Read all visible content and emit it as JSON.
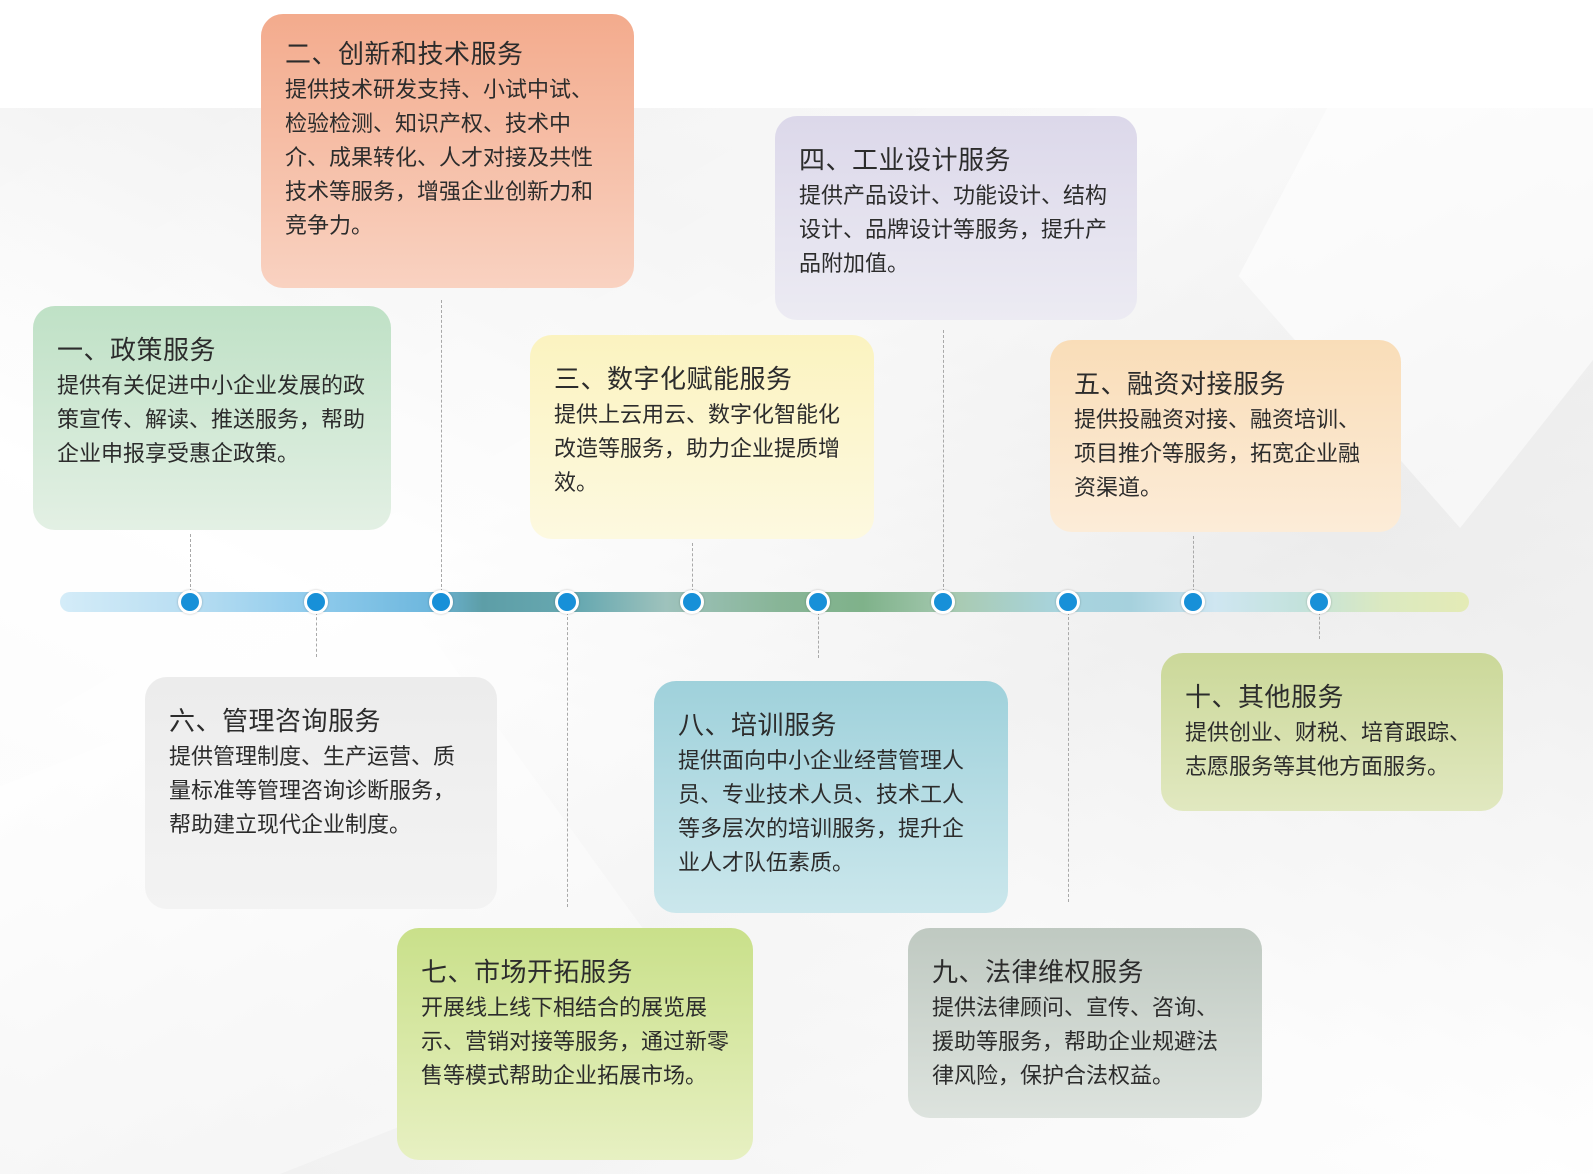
{
  "cards": [
    {
      "id": "policy",
      "title": "一、政策服务",
      "body": "提供有关促进中小企业发展的政策宣传、解读、推送服务，帮助企业申报享受惠企政策。",
      "color_start": "#bfe1c6",
      "color_end": "#e3f0e4"
    },
    {
      "id": "innovation",
      "title": "二、创新和技术服务",
      "body": "提供技术研发支持、小试中试、检验检测、知识产权、技术中介、成果转化、人才对接及共性技术等服务，增强企业创新力和竞争力。",
      "color_start": "#f3ab8d",
      "color_end": "#f9d2c1"
    },
    {
      "id": "digital",
      "title": "三、数字化赋能服务",
      "body": "提供上云用云、数字化智能化改造等服务，助力企业提质增效。",
      "color_start": "#fbf3c0",
      "color_end": "#fdf9e0"
    },
    {
      "id": "design",
      "title": "四、工业设计服务",
      "body": "提供产品设计、功能设计、结构设计、品牌设计等服务，提升产品附加值。",
      "color_start": "#dcd8ea",
      "color_end": "#ecebf3"
    },
    {
      "id": "financing",
      "title": "五、融资对接服务",
      "body": "提供投融资对接、融资培训、项目推介等服务，拓宽企业融资渠道。",
      "color_start": "#f9ddb8",
      "color_end": "#fcecd8"
    },
    {
      "id": "consulting",
      "title": "六、管理咨询服务",
      "body": "提供管理制度、生产运营、质量标准等管理咨询诊断服务，帮助建立现代企业制度。",
      "color_start": "#ececec",
      "color_end": "#f3f3f3"
    },
    {
      "id": "market",
      "title": "七、市场开拓服务",
      "body": "开展线上线下相结合的展览展示、营销对接等服务，通过新零售等模式帮助企业拓展市场。",
      "color_start": "#c9e08a",
      "color_end": "#e7f0c2"
    },
    {
      "id": "training",
      "title": "八、培训服务",
      "body": "提供面向中小企业经营管理人员、专业技术人员、技术工人等多层次的培训服务，提升企业人才队伍素质。",
      "color_start": "#9fd1db",
      "color_end": "#cbe7ec"
    },
    {
      "id": "legal",
      "title": "九、法律维权服务",
      "body": "提供法律顾问、宣传、咨询、援助等服务，帮助企业规避法律风险，保护合法权益。",
      "color_start": "#bfc9c1",
      "color_end": "#dde3de"
    },
    {
      "id": "other",
      "title": "十、其他服务",
      "body": "提供创业、财税、培育跟踪、志愿服务等其他方面服务。",
      "color_start": "#cbd899",
      "color_end": "#e1e8c0"
    }
  ],
  "colors": {
    "node": "#1790d8",
    "connector": "#a9a9a9",
    "text": "#2c2c2c"
  }
}
